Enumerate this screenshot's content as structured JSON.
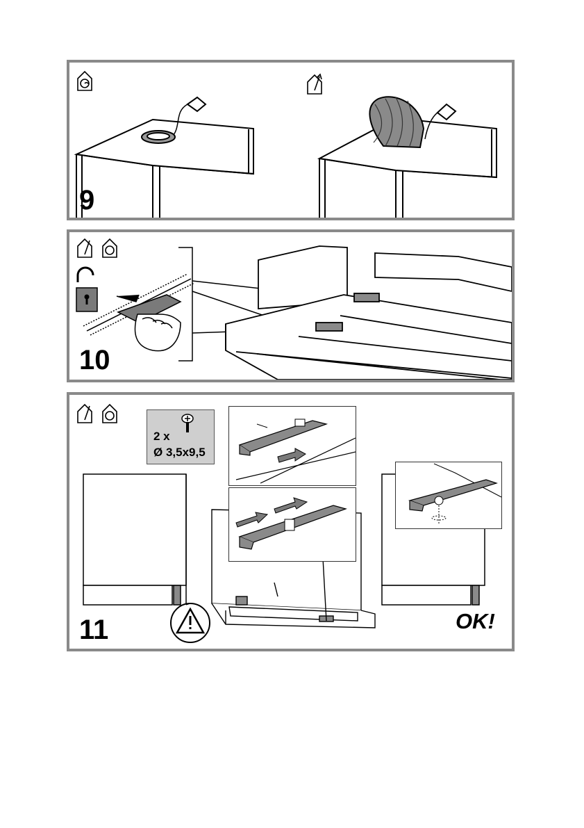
{
  "steps": {
    "step9": "9",
    "step10": "10",
    "step11": "11"
  },
  "screw": {
    "quantity": "2 x",
    "dimension": "Ø 3,5x9,5"
  },
  "result": {
    "ok_label": "OK!"
  },
  "icons": {
    "recirculation": "recirculation-mode-icon",
    "extraction": "extraction-mode-icon",
    "unlock": "padlock-unlocked-icon",
    "warning": "warning-triangle-icon",
    "screw": "screw-icon"
  },
  "colors": {
    "panel_border": "#8a8a8a",
    "part_gray": "#7a7a7a",
    "screw_box": "#cfcfcf"
  }
}
